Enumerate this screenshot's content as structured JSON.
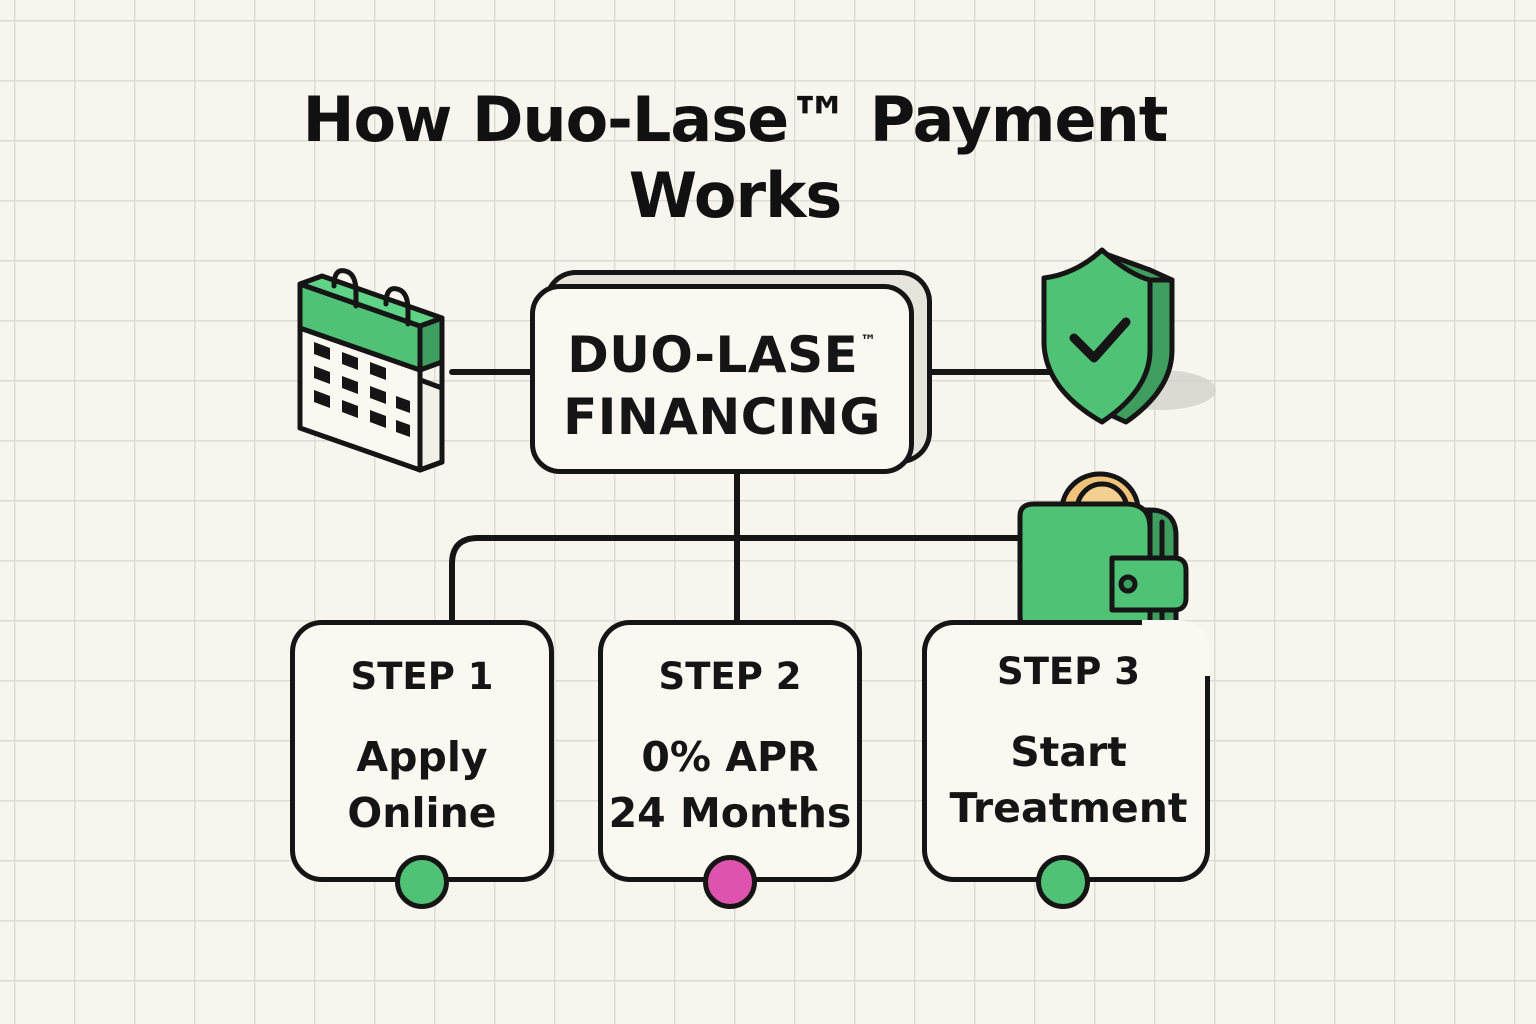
{
  "title": {
    "line1": "How Duo-Lase™ Payment",
    "line2": "Works"
  },
  "center": {
    "line1": "DUO-LASE",
    "tm": "™",
    "line2": "FINANCING"
  },
  "steps": [
    {
      "label": "STEP 1",
      "line1": "Apply",
      "line2": "Online",
      "dot_color": "#4fc276"
    },
    {
      "label": "STEP 2",
      "line1": "0% APR",
      "line2": "24 Months",
      "dot_color": "#de53ae"
    },
    {
      "label": "STEP 3",
      "line1": "Start",
      "line2": "Treatment",
      "dot_color": "#4fc276"
    }
  ],
  "icons": {
    "left": "calendar-icon",
    "right": "shield-check-icon",
    "wallet": "wallet-coin-icon"
  },
  "colors": {
    "background": "#f7f6ee",
    "grid": "#dcdcd2",
    "accent_green": "#4fc276",
    "accent_pink": "#de53ae",
    "coin": "#efc47a",
    "outline": "#151515"
  }
}
